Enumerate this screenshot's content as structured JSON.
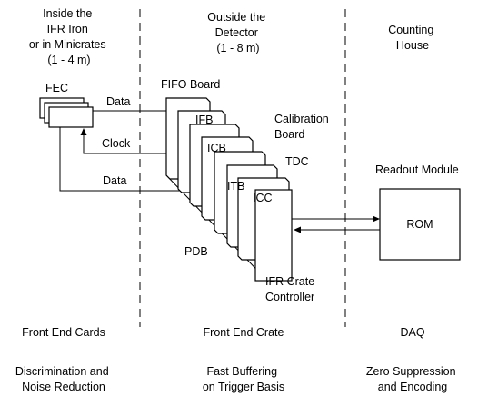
{
  "columns": {
    "left": {
      "header": [
        "Inside the",
        "IFR Iron",
        "or in Minicrates",
        "(1 - 4 m)"
      ],
      "footer_title": "Front End Cards",
      "footer_desc": [
        "Discrimination and",
        "Noise Reduction"
      ]
    },
    "middle": {
      "header": [
        "Outside the",
        "Detector",
        "(1 - 8 m)"
      ],
      "footer_title": "Front End Crate",
      "footer_desc": [
        "Fast Buffering",
        "on Trigger Basis"
      ]
    },
    "right": {
      "header": [
        "Counting",
        "House"
      ],
      "footer_title": "DAQ",
      "footer_desc": [
        "Zero Suppression",
        "and Encoding"
      ]
    }
  },
  "fec": {
    "label": "FEC"
  },
  "signals": {
    "data_top": "Data",
    "clock": "Clock",
    "data_bottom": "Data"
  },
  "crate": {
    "fifo_board": "FIFO Board",
    "ifb": "IFB",
    "calibration_board": [
      "Calibration",
      "Board"
    ],
    "icb": "ICB",
    "tdc": "TDC",
    "itb": "ITB",
    "icc": "ICC",
    "pdb": "PDB",
    "controller": [
      "IFR Crate",
      "Controller"
    ]
  },
  "readout": {
    "module_label": "Readout Module",
    "rom": "ROM"
  },
  "colors": {
    "ink": "#000000",
    "background": "#ffffff"
  }
}
